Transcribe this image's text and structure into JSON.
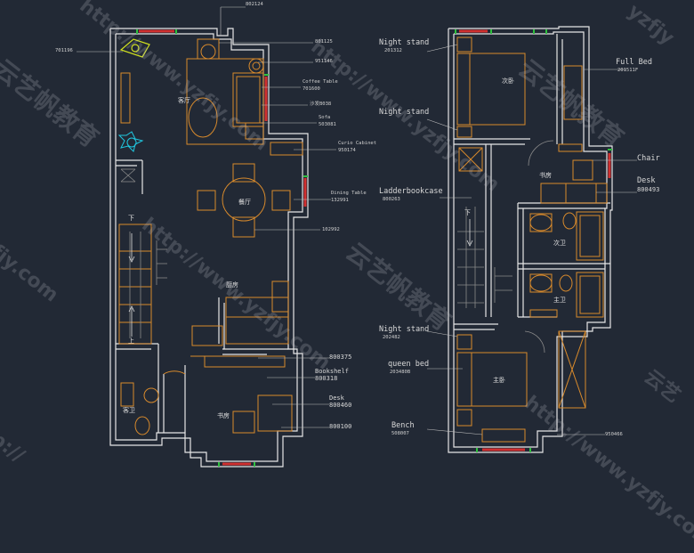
{
  "watermarks": {
    "url": "http://www.yzfjy.com",
    "brand": "云艺帆教育",
    "frag_left": "fjy.com",
    "frag_left2": "p://",
    "frag_tr": "yzfjy",
    "frag_br": "云艺"
  },
  "left_plan": {
    "rooms": {
      "living": "客厅",
      "dining": "餐厅",
      "kitchen": "厨房",
      "guest_bath": "客卫",
      "study": "书房",
      "stair_down": "下",
      "stair_up": "上"
    },
    "codes": {
      "top": "802124",
      "left_lamp": "701196",
      "armchair": "801125",
      "side": "951146",
      "coffee_table": "701600",
      "sofa_color": "沙发B038",
      "sofa": "503081",
      "curio": "950174",
      "dining_table": "132991",
      "chair": "102992",
      "cab": "800375",
      "bookshelf": "800318",
      "desk": "800460",
      "desk2": "800100"
    },
    "labels": {
      "coffee_table": "Coffee Table",
      "sofa": "Sofa",
      "curio": "Curio Cabinet",
      "dining_table": "Dining Table",
      "bookshelf": "Bookshelf",
      "desk": "Desk"
    }
  },
  "right_plan": {
    "rooms": {
      "second_bed": "次卧",
      "study": "书房",
      "second_bath": "次卫",
      "master_bath": "主卫",
      "master_bed": "主卧",
      "stair_down": "下"
    },
    "labels": {
      "night_stand_1": "Night stand",
      "night_stand_2": "Night stand",
      "full_bed": "Full Bed",
      "chair": "Chair",
      "desk": "Desk",
      "ladder": "Ladderbookcase",
      "night_stand_3": "Night stand",
      "queen_bed": "queen bed",
      "bench": "Bench"
    },
    "codes": {
      "night_stand_1": "201312",
      "full_bed": "201511F",
      "desk": "800493",
      "ladder": "800263",
      "night_stand_3": "202482",
      "queen_bed": "203480B",
      "bench": "508007",
      "bath_code": "950466"
    }
  }
}
